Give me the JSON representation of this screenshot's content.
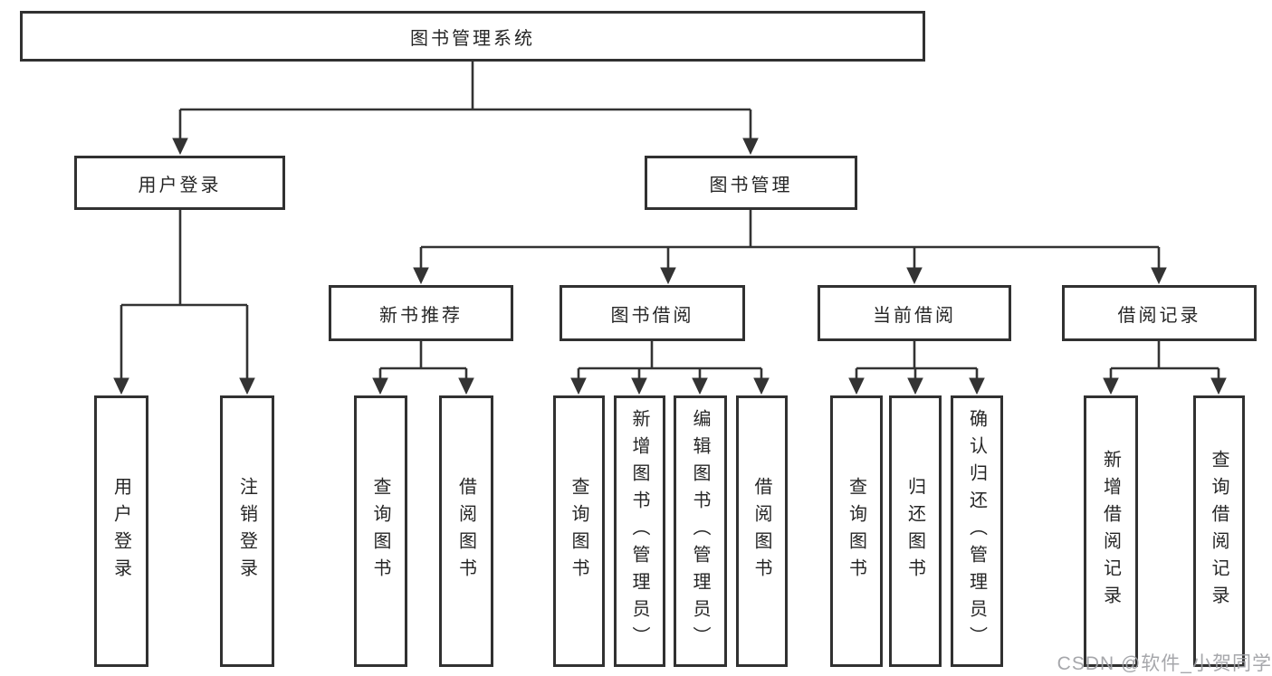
{
  "diagram": {
    "root": {
      "label": "图书管理系统"
    },
    "user_login": {
      "label": "用户登录",
      "children": [
        {
          "label": "用户登录"
        },
        {
          "label": "注销登录"
        }
      ]
    },
    "book_management": {
      "label": "图书管理",
      "sections": [
        {
          "label": "新书推荐",
          "children": [
            {
              "label": "查询图书"
            },
            {
              "label": "借阅图书"
            }
          ]
        },
        {
          "label": "图书借阅",
          "children": [
            {
              "label": "查询图书"
            },
            {
              "label": "新增图书（管理员）"
            },
            {
              "label": "编辑图书（管理员）"
            },
            {
              "label": "借阅图书"
            }
          ]
        },
        {
          "label": "当前借阅",
          "children": [
            {
              "label": "查询图书"
            },
            {
              "label": "归还图书"
            },
            {
              "label": "确认归还（管理员）"
            }
          ]
        },
        {
          "label": "借阅记录",
          "children": [
            {
              "label": "新增借阅记录"
            },
            {
              "label": "查询借阅记录"
            }
          ]
        }
      ]
    }
  },
  "watermark": {
    "text": "CSDN @软件_小贺同学"
  },
  "colors": {
    "line": "#333333"
  }
}
